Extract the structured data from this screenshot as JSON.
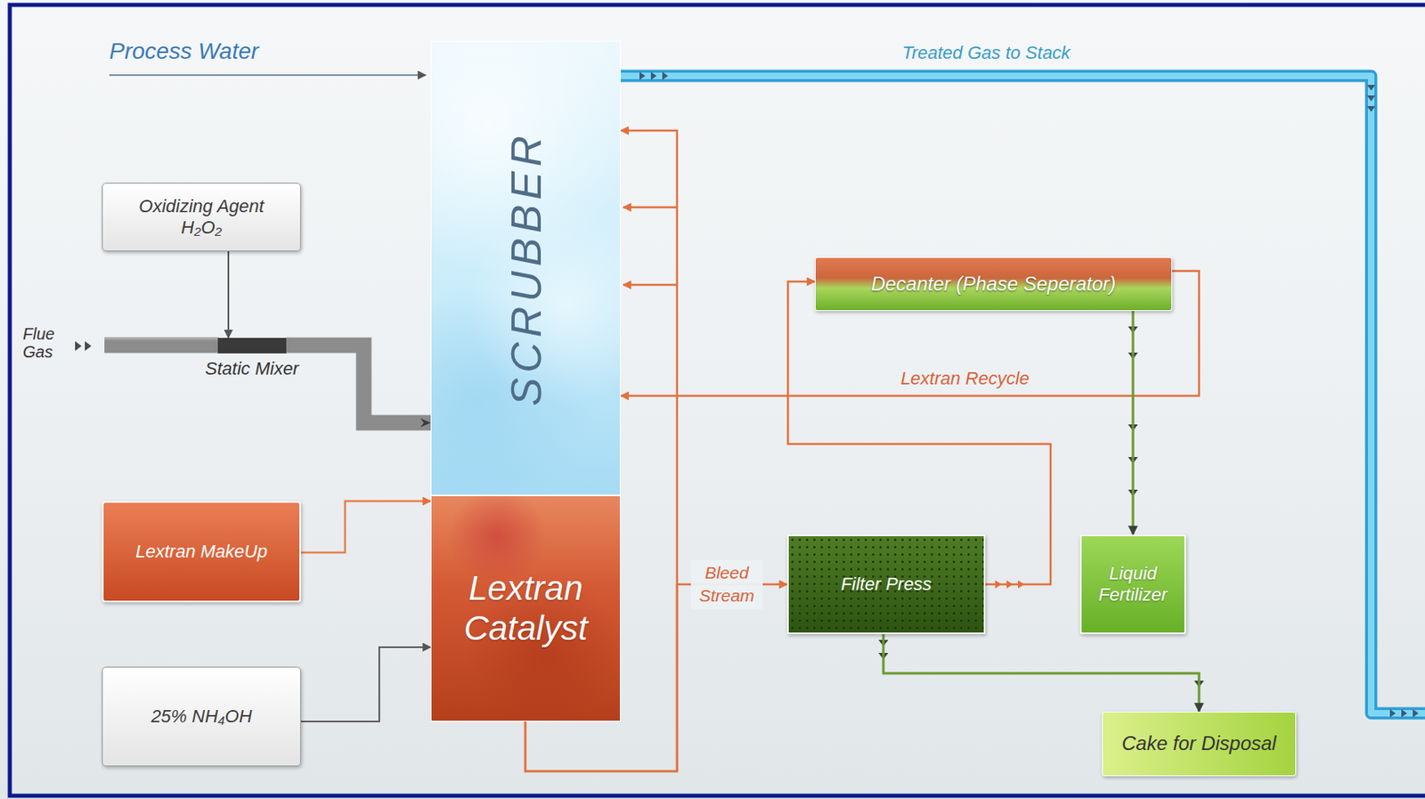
{
  "diagram": {
    "nodes": [
      {
        "text": [
          "Oxidizing Agent",
          "H₂O₂"
        ]
      },
      {
        "text": [
          "Static Mixer"
        ]
      },
      {
        "text": [
          "SCRUBBER"
        ]
      },
      {
        "text": [
          "Lextran Catalyst"
        ]
      },
      {
        "text": [
          "Lextran MakeUp"
        ]
      },
      {
        "text": [
          "25% NH₄OH"
        ]
      },
      {
        "text": [
          "Decanter (Phase Seperator)"
        ]
      },
      {
        "text": [
          "Filter Press"
        ]
      },
      {
        "text": [
          "Liquid Fertilizer"
        ]
      },
      {
        "text": [
          "Cake for Disposal"
        ]
      }
    ],
    "edges": [
      {
        "from": 0,
        "to": 1,
        "arrow": "to"
      },
      {
        "from": 1,
        "to": 2,
        "arrow": "to"
      },
      {
        "from": 4,
        "to": 3,
        "arrow": "to"
      },
      {
        "from": 5,
        "to": 3,
        "arrow": "to"
      },
      {
        "from": 3,
        "to": 2,
        "arrow": "to"
      },
      {
        "from": 3,
        "to": 7,
        "label": "Bleed Stream",
        "arrow": "to"
      },
      {
        "from": 7,
        "to": 6,
        "arrow": "to"
      },
      {
        "from": 6,
        "to": 2,
        "label": "Lextran Recycle",
        "arrow": "to"
      },
      {
        "from": 6,
        "to": 8,
        "arrow": "to"
      },
      {
        "from": 7,
        "to": 9,
        "arrow": "to"
      }
    ],
    "labels": [
      "Process Water",
      "Flue Gas",
      "Treated Gas to Stack"
    ]
  }
}
